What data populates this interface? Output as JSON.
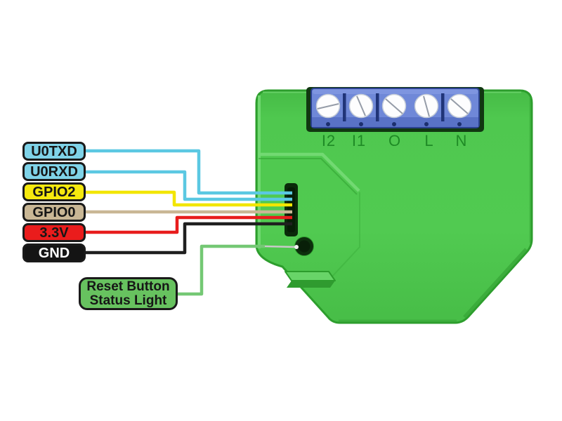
{
  "pins": [
    {
      "label": "U0TXD",
      "box_color": "#7fd3e8",
      "wire_color": "#5bc8e2"
    },
    {
      "label": "U0RXD",
      "box_color": "#7fd3e8",
      "wire_color": "#5bc8e2"
    },
    {
      "label": "GPIO2",
      "box_color": "#f6e90e",
      "wire_color": "#f2e600"
    },
    {
      "label": "GPIO0",
      "box_color": "#c9b795",
      "wire_color": "#c9b795"
    },
    {
      "label": "3.3V",
      "box_color": "#ea1c1c",
      "wire_color": "#e81c1c"
    },
    {
      "label": "GND",
      "box_color": "#141414",
      "wire_color": "#1f1f1f"
    }
  ],
  "terminals": [
    "I2",
    "I1",
    "O",
    "L",
    "N"
  ],
  "reset_label": {
    "line1": "Reset Button",
    "line2": "Status Light",
    "box_color": "#67c25f",
    "wire_color": "#74c874"
  },
  "device": {
    "body_color": "#4fc84f",
    "body_edge_color": "#2d9e2d",
    "highlight_color": "#74da74",
    "terminal_block_color": "#6f88d8",
    "terminal_block_border": "#2b418f",
    "terminal_text_color": "#1e8a25",
    "screw_color": "#fdfdfe",
    "connector_slot_color": "#0a2a0a",
    "reset_hole_color": "#0c2c0c",
    "pointer_line_color": "#c9c9c9"
  }
}
